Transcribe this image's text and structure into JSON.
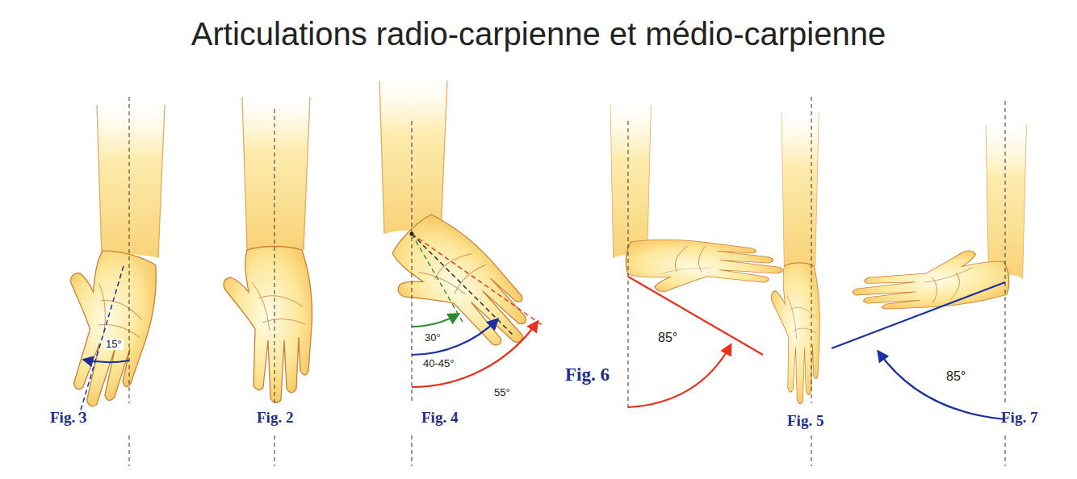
{
  "diagram": {
    "title": "Articulations radio-carpienne et médio-carpienne",
    "labels": [
      "15°",
      "Fig. 3",
      "Fig. 2",
      "30°",
      "40-45°",
      "55°",
      "Fig. 4",
      "85°",
      "Fig. 6",
      "Fig. 5",
      "85°",
      "Fig. 7"
    ]
  }
}
